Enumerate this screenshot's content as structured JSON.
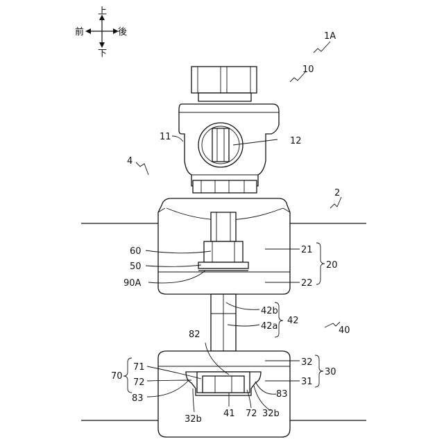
{
  "directions": {
    "up": "上",
    "down": "下",
    "front": "前",
    "back": "後"
  },
  "labels": {
    "l1A": "1A",
    "l10": "10",
    "l11": "11",
    "l12": "12",
    "l4": "4",
    "l2": "2",
    "l60": "60",
    "l50": "50",
    "l90A": "90A",
    "l21": "21",
    "l20": "20",
    "l22": "22",
    "l42b": "42b",
    "l42a": "42a",
    "l42": "42",
    "l40": "40",
    "l82": "82",
    "l71": "71",
    "l70": "70",
    "l72a": "72",
    "l83a": "83",
    "l32": "32",
    "l30": "30",
    "l31": "31",
    "l83b": "83",
    "l32b_left": "32b",
    "l41": "41",
    "l72b": "72",
    "l32b_right": "32b"
  }
}
